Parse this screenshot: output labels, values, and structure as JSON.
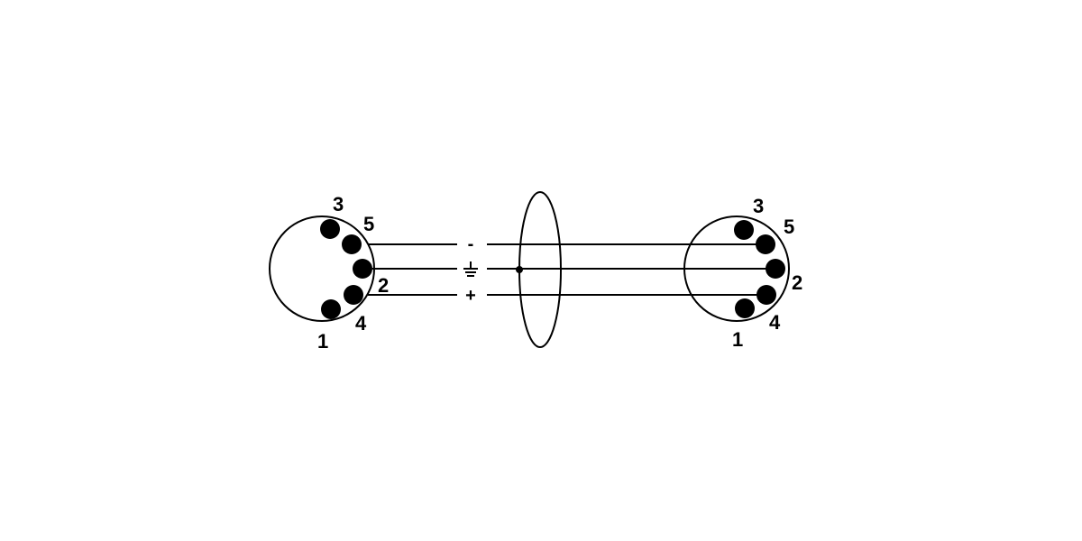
{
  "left_connector": {
    "pins": [
      "3",
      "5",
      "2",
      "4",
      "1"
    ]
  },
  "right_connector": {
    "pins": [
      "3",
      "5",
      "2",
      "4",
      "1"
    ]
  },
  "wires": {
    "minus": "-",
    "ground": "⏚",
    "plus": "+"
  },
  "color": "#000000"
}
